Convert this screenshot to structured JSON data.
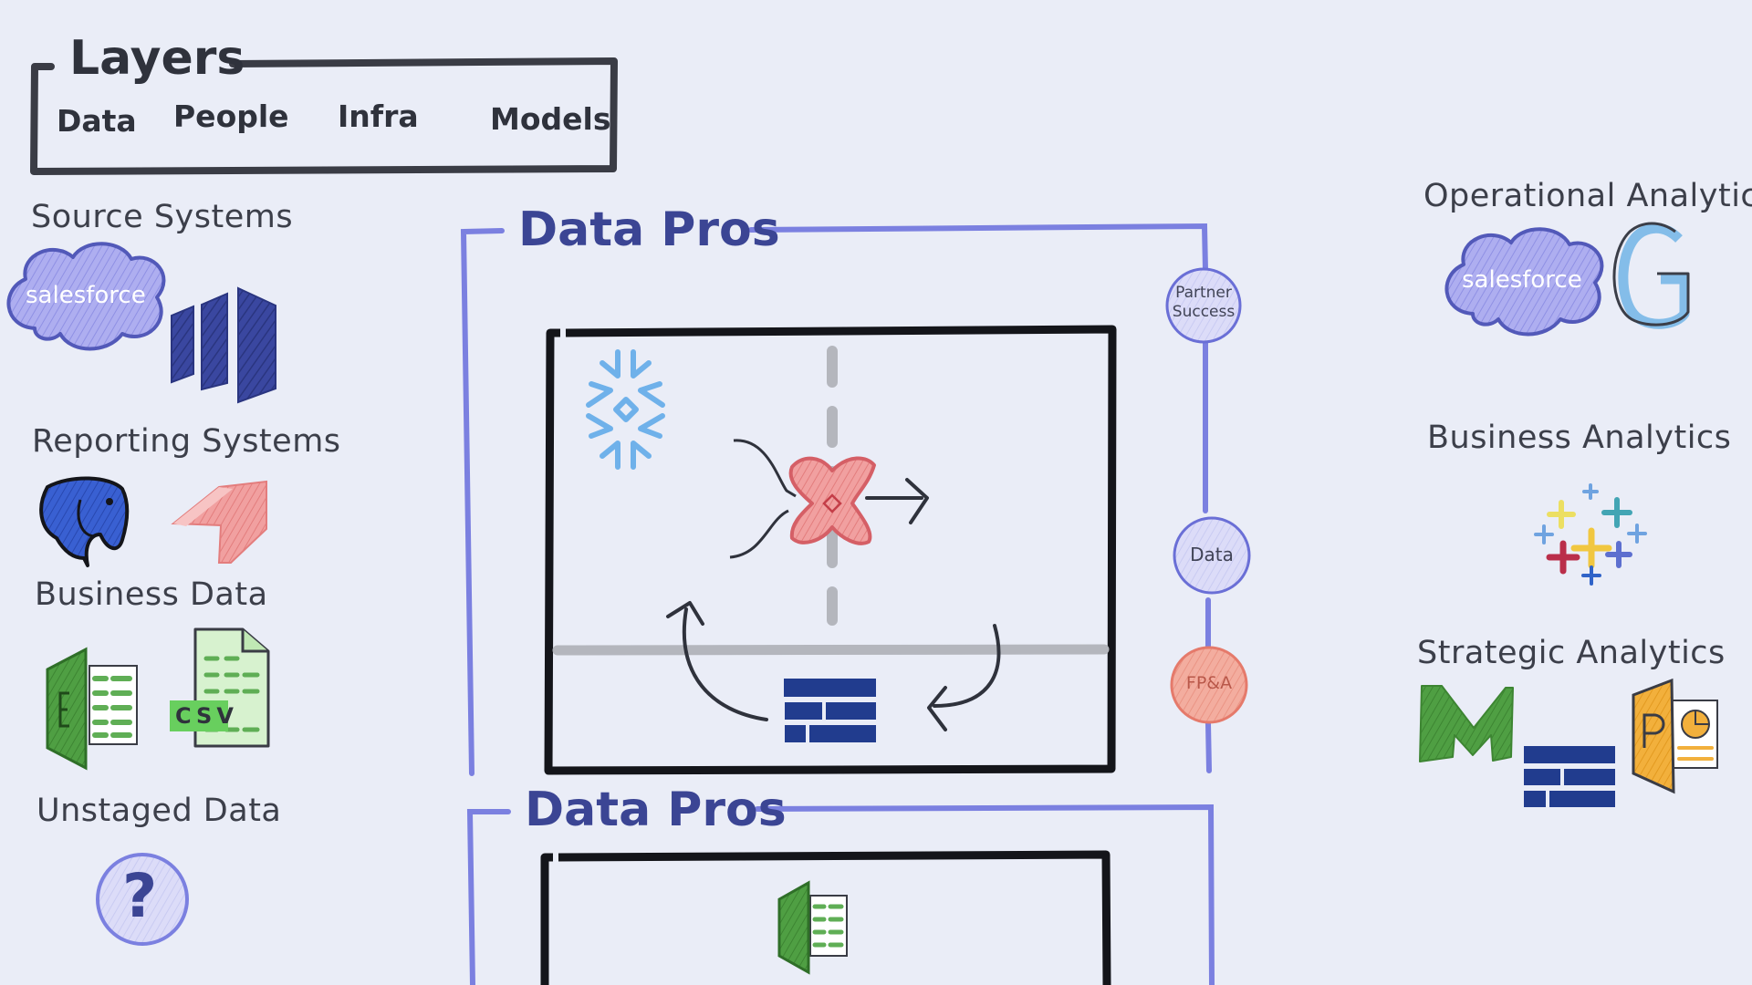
{
  "layers": {
    "title": "Layers",
    "items": [
      "Data",
      "People",
      "Infra",
      "Models"
    ]
  },
  "left_sections": {
    "source_systems": "Source Systems",
    "reporting_systems": "Reporting Systems",
    "business_data": "Business Data",
    "unstaged_data": "Unstaged Data"
  },
  "right_sections": {
    "operational": "Operational Analytics",
    "business": "Business Analytics",
    "strategic": "Strategic Analytics"
  },
  "data_pros": {
    "title_primary": "Data Pros",
    "title_secondary": "Data Pros"
  },
  "teams": {
    "partner_success_line1": "Partner",
    "partner_success_line2": "Success",
    "data": "Data",
    "fpa": "FP&A"
  },
  "logo_text": {
    "salesforce": "salesforce",
    "csv": "CSV",
    "unknown": "?",
    "g": "G"
  },
  "colors": {
    "background": "#eaedf7",
    "frame_blue": "#7b80e0",
    "title_blue": "#3b4594",
    "salesforce_fill": "#a9a9ef",
    "salesforce_stroke": "#4f56b8",
    "navy": "#2a3a8c",
    "excel_green": "#4a9a3e",
    "postgres_blue": "#2f55c8",
    "red_logo": "#ef8d8d",
    "fpa_fill": "#f1a596",
    "team_fill": "#d8d9f6",
    "snowflake": "#6fb1ea",
    "powerpoint_orange": "#f0a82f"
  },
  "icons": [
    "salesforce-icon",
    "segment-icon",
    "postgres-icon",
    "redshift-icon",
    "excel-icon",
    "csv-file-icon",
    "question-icon",
    "snowflake-icon",
    "transform-icon",
    "pipeline-arrow-icon",
    "cycle-arrow-icon",
    "database-bricks-icon",
    "g-logo-icon",
    "tableau-icon",
    "m-logo-icon",
    "powerpoint-icon"
  ]
}
